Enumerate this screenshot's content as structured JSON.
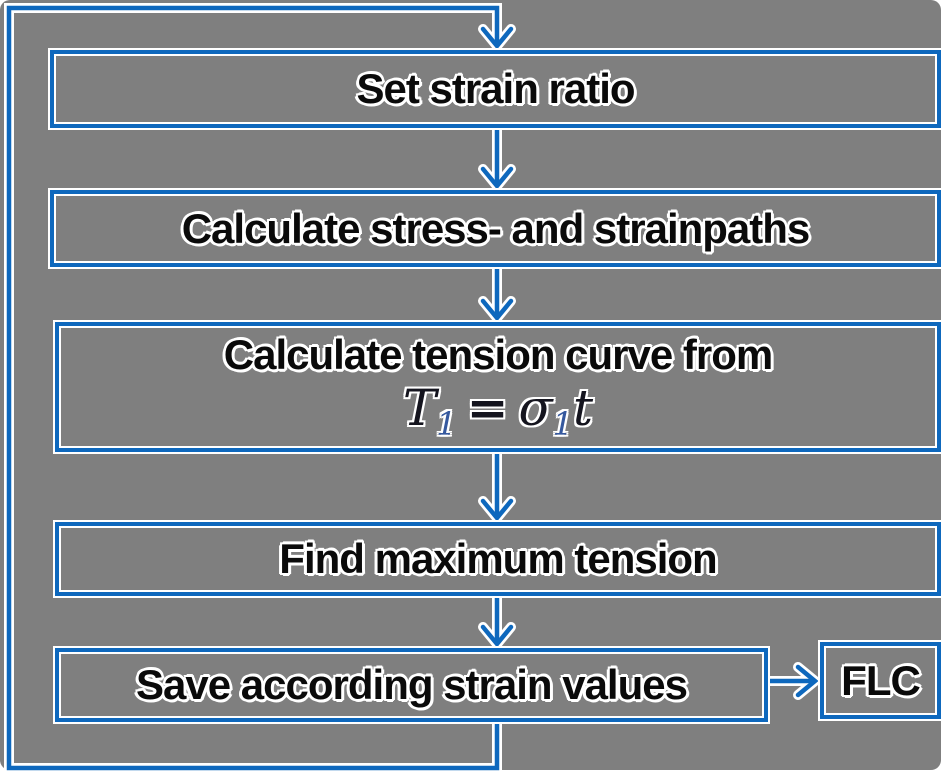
{
  "colors": {
    "background_gray": "#7f7f7f",
    "page_margin_white": "#ffffff",
    "accent_blue": "#0e68bd",
    "halo_white": "#ffffff",
    "text_black": "#0a0a0a",
    "formula_subscript_blue": "#35589e"
  },
  "flow": {
    "steps": [
      {
        "id": "set-strain-ratio",
        "label": "Set strain ratio"
      },
      {
        "id": "calculate-paths",
        "label": "Calculate stress- and strainpaths"
      },
      {
        "id": "calculate-tension-curve",
        "label": "Calculate tension curve from"
      },
      {
        "id": "find-maximum-tension",
        "label": "Find maximum tension"
      },
      {
        "id": "save-strain-values",
        "label": "Save according strain values"
      }
    ],
    "formula": {
      "var1": "T",
      "sub1": "1",
      "eq": "=",
      "var2": "σ",
      "sub2": "1",
      "var3": "t"
    },
    "output": {
      "id": "flc",
      "label": "FLC"
    },
    "connections": [
      "set-strain-ratio -> calculate-paths",
      "calculate-paths -> calculate-tension-curve",
      "calculate-tension-curve -> find-maximum-tension",
      "find-maximum-tension -> save-strain-values",
      "save-strain-values -> flc",
      "save-strain-values -> set-strain-ratio (feedback loop around left edge)"
    ]
  }
}
